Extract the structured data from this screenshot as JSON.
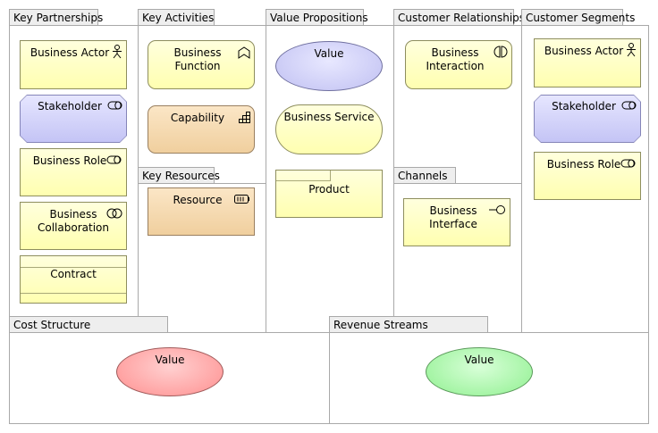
{
  "zones": {
    "key_partnerships": "Key Partnerships",
    "key_activities": "Key Activities",
    "value_propositions": "Value Propositions",
    "customer_relationships": "Customer Relationships",
    "customer_segments": "Customer Segments",
    "key_resources": "Key Resources",
    "channels": "Channels",
    "cost_structure": "Cost Structure",
    "revenue_streams": "Revenue Streams"
  },
  "elements": {
    "kp_actor": "Business Actor",
    "kp_stakeholder": "Stakeholder",
    "kp_role": "Business Role",
    "kp_collab": "Business\nCollaboration",
    "kp_contract": "Contract",
    "ka_function": "Business\nFunction",
    "ka_capability": "Capability",
    "kr_resource": "Resource",
    "vp_value": "Value",
    "vp_service": "Business Service",
    "vp_product": "Product",
    "cr_interaction": "Business\nInteraction",
    "ch_interface": "Business\nInterface",
    "cs_actor": "Business Actor",
    "cs_stakeholder": "Stakeholder",
    "cs_role": "Business Role",
    "cost_value": "Value",
    "rev_value": "Value"
  },
  "colors": {
    "business_yellow": "#ffffb5",
    "motivation_blue": "#ccccff",
    "strategy_orange": "#f5deb3",
    "cost_red": "#ff9999",
    "revenue_green": "#99ff99"
  }
}
